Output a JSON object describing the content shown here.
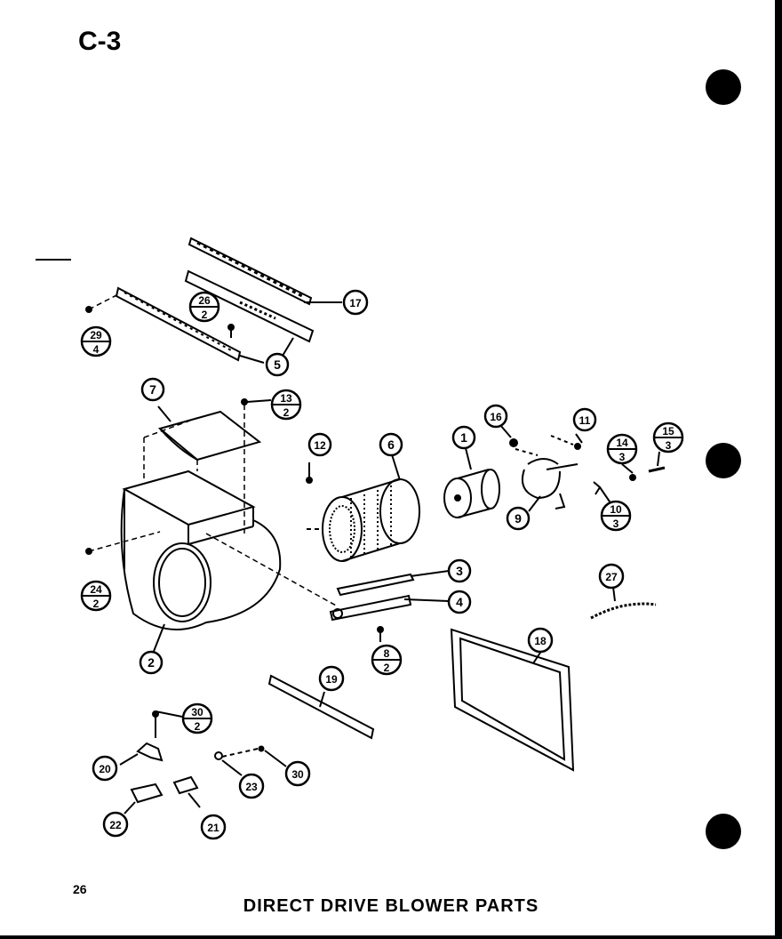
{
  "page": {
    "code": "C-3",
    "number": "26",
    "title": "DIRECT DRIVE BLOWER PARTS"
  },
  "callouts": [
    {
      "id": "c1",
      "label": "1"
    },
    {
      "id": "c2",
      "label": "2"
    },
    {
      "id": "c3",
      "label": "3"
    },
    {
      "id": "c4",
      "label": "4"
    },
    {
      "id": "c5",
      "label": "5"
    },
    {
      "id": "c6",
      "label": "6"
    },
    {
      "id": "c7",
      "label": "7"
    },
    {
      "id": "c9",
      "label": "9"
    },
    {
      "id": "c11",
      "label": "11"
    },
    {
      "id": "c12",
      "label": "12"
    },
    {
      "id": "c16",
      "label": "16"
    },
    {
      "id": "c17",
      "label": "17"
    },
    {
      "id": "c18",
      "label": "18"
    },
    {
      "id": "c19",
      "label": "19"
    },
    {
      "id": "c20",
      "label": "20"
    },
    {
      "id": "c21",
      "label": "21"
    },
    {
      "id": "c22",
      "label": "22"
    },
    {
      "id": "c23",
      "label": "23"
    },
    {
      "id": "c27",
      "label": "27"
    },
    {
      "id": "c30b",
      "label": "30"
    }
  ],
  "fraction_callouts": [
    {
      "id": "f29",
      "top": "29",
      "bottom": "4"
    },
    {
      "id": "f26",
      "top": "26",
      "bottom": "2"
    },
    {
      "id": "f13",
      "top": "13",
      "bottom": "2"
    },
    {
      "id": "f14",
      "top": "14",
      "bottom": "3"
    },
    {
      "id": "f15",
      "top": "15",
      "bottom": "3"
    },
    {
      "id": "f10",
      "top": "10",
      "bottom": "3"
    },
    {
      "id": "f24",
      "top": "24",
      "bottom": "2"
    },
    {
      "id": "f8",
      "top": "8",
      "bottom": "2"
    },
    {
      "id": "f30",
      "top": "30",
      "bottom": "2"
    }
  ]
}
